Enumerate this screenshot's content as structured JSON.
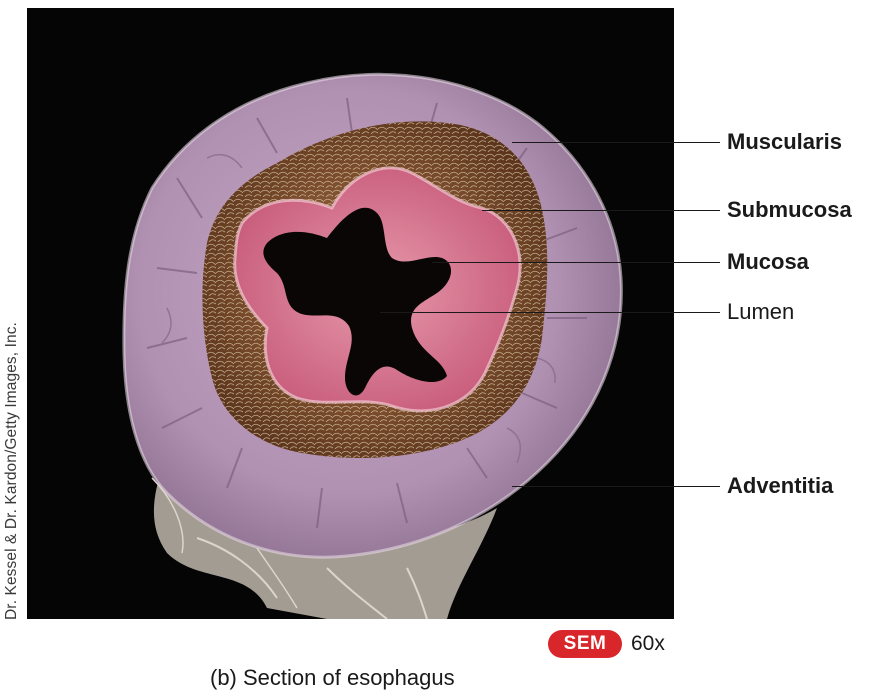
{
  "figure": {
    "credit": "Dr. Kessel & Dr. Kardon/Getty Images, Inc.",
    "labels": {
      "muscularis": "Muscularis",
      "submucosa": "Submucosa",
      "mucosa": "Mucosa",
      "lumen": "Lumen",
      "adventitia": "Adventitia"
    },
    "badge": "SEM",
    "magnification": "60x",
    "caption": "(b) Section of esophagus"
  },
  "colors": {
    "background": "#050505",
    "muscularis": "#b494b4",
    "submucosa": "#7a4a2a",
    "mucosa": "#d4758f",
    "badge": "#d8262a"
  }
}
